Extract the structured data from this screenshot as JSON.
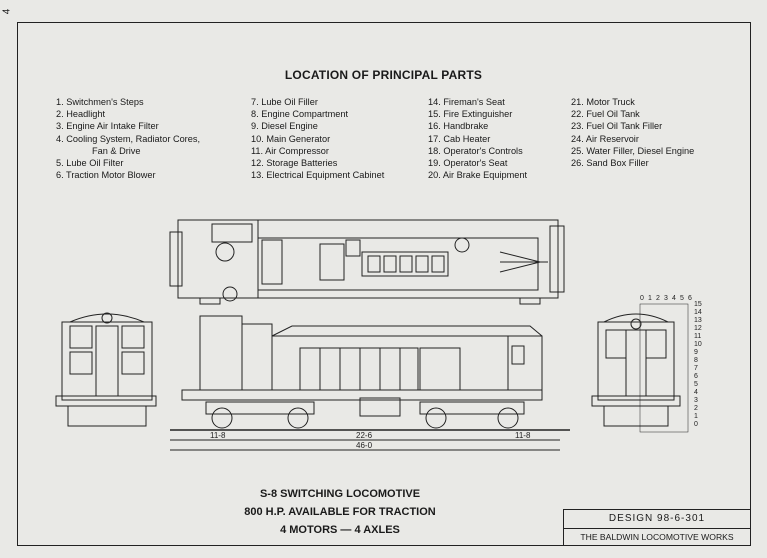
{
  "page": {
    "number": "4"
  },
  "title": "LOCATION OF PRINCIPAL PARTS",
  "parts": {
    "col1": [
      "1. Switchmen's Steps",
      "2. Headlight",
      "3. Engine Air Intake Filter",
      "4. Cooling System, Radiator Cores,",
      "Fan & Drive",
      "5. Lube Oil Filter",
      "6. Traction Motor Blower"
    ],
    "col2": [
      "7. Lube Oil Filler",
      "8. Engine Compartment",
      "9. Diesel Engine",
      "10. Main Generator",
      "11. Air Compressor",
      "12. Storage Batteries",
      "13. Electrical Equipment Cabinet"
    ],
    "col3": [
      "14. Fireman's Seat",
      "15. Fire Extinguisher",
      "16. Handbrake",
      "17. Cab Heater",
      "18. Operator's Controls",
      "19. Operator's Seat",
      "20. Air Brake Equipment"
    ],
    "col4": [
      "21. Motor Truck",
      "22. Fuel Oil Tank",
      "23. Fuel Oil Tank Filler",
      "24. Air Reservoir",
      "25. Water Filler, Diesel Engine",
      "26. Sand Box Filler"
    ]
  },
  "dimensions": {
    "left": "11-8",
    "center": "22-6",
    "right": "11-8",
    "overall": "46-0"
  },
  "scale": {
    "top": [
      "0",
      "1",
      "2",
      "3",
      "4",
      "5",
      "6"
    ],
    "side": [
      "15",
      "14",
      "13",
      "12",
      "11",
      "10",
      "9",
      "8",
      "7",
      "6",
      "5",
      "4",
      "3",
      "2",
      "1",
      "0"
    ]
  },
  "footer": {
    "line1": "S-8 SWITCHING LOCOMOTIVE",
    "line2": "800 H.P. AVAILABLE FOR TRACTION",
    "line3": "4 MOTORS — 4 AXLES"
  },
  "design": {
    "label": "DESIGN 98-6-301",
    "company": "THE BALDWIN LOCOMOTIVE WORKS"
  }
}
